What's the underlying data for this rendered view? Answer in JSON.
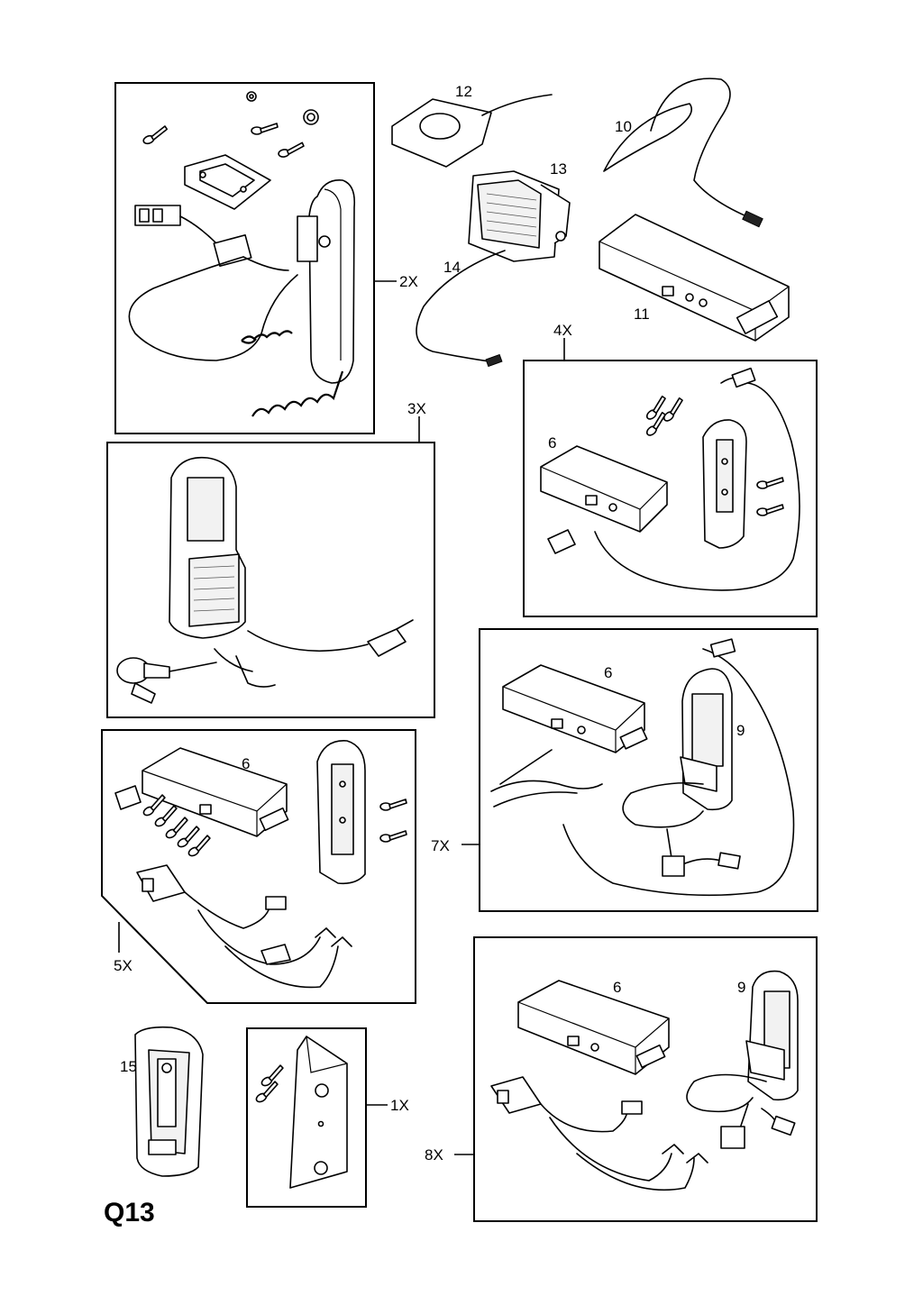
{
  "page_code": "Q13",
  "callouts": {
    "kit_1": "1X",
    "kit_2": "2X",
    "kit_3": "3X",
    "kit_4": "4X",
    "kit_5": "5X",
    "kit_7": "7X",
    "kit_8": "8X",
    "part_6_a": "6",
    "part_6_b": "6",
    "part_6_c": "6",
    "part_6_d": "6",
    "part_9_a": "9",
    "part_9_b": "9",
    "part_10": "10",
    "part_11": "11",
    "part_12": "12",
    "part_13": "13",
    "part_14": "14",
    "part_15": "15"
  }
}
